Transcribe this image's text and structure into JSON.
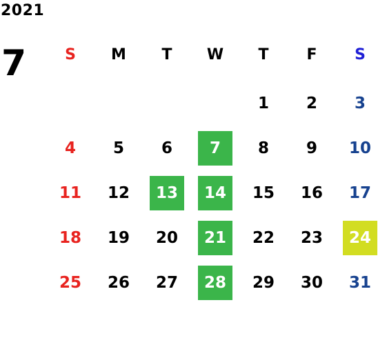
{
  "calendar": {
    "year": "2021",
    "month": "7",
    "weekdays": [
      "S",
      "M",
      "T",
      "W",
      "T",
      "F",
      "S"
    ],
    "weeks": [
      [
        "",
        "",
        "",
        "",
        "1",
        "2",
        "3"
      ],
      [
        "4",
        "5",
        "6",
        "7",
        "8",
        "9",
        "10"
      ],
      [
        "11",
        "12",
        "13",
        "14",
        "15",
        "16",
        "17"
      ],
      [
        "18",
        "19",
        "20",
        "21",
        "22",
        "23",
        "24"
      ],
      [
        "25",
        "26",
        "27",
        "28",
        "29",
        "30",
        "31"
      ]
    ],
    "highlighted_green": [
      "7",
      "13",
      "14",
      "21",
      "28"
    ],
    "highlighted_yellow": [
      "24"
    ],
    "colors": {
      "sunday": "#e8231f",
      "saturday_header": "#1f1fd6",
      "saturday": "#17428f",
      "green_highlight": "#3bb54a",
      "yellow_highlight": "#d2dd22"
    }
  }
}
